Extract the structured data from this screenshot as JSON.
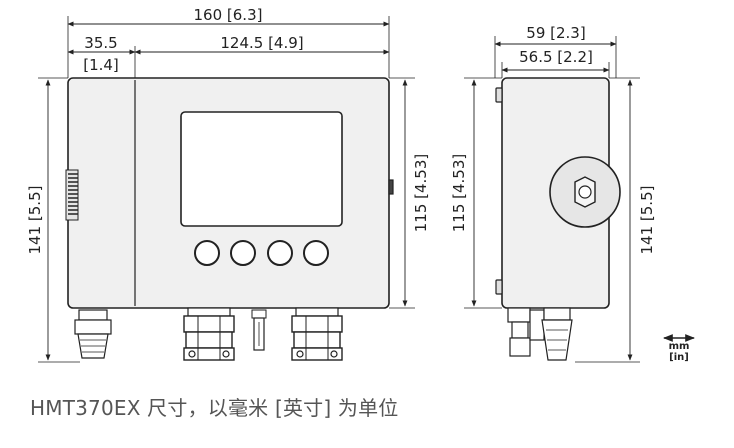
{
  "front_view": {
    "overall_width": "160 [6.3]",
    "left_section_width_top": "35.5",
    "left_section_width_bottom": "[1.4]",
    "main_section_width": "124.5 [4.9]",
    "overall_height": "141 [5.5]",
    "body_height": "115 [4.53]"
  },
  "side_view": {
    "overall_depth": "59 [2.3]",
    "body_depth": "56.5 [2.2]",
    "body_height": "115 [4.53]",
    "overall_height": "141 [5.5]"
  },
  "unit_legend": {
    "mm": "mm",
    "in": "[in]"
  },
  "caption": "HMT370EX 尺寸，以毫米 [英寸] 为单位"
}
